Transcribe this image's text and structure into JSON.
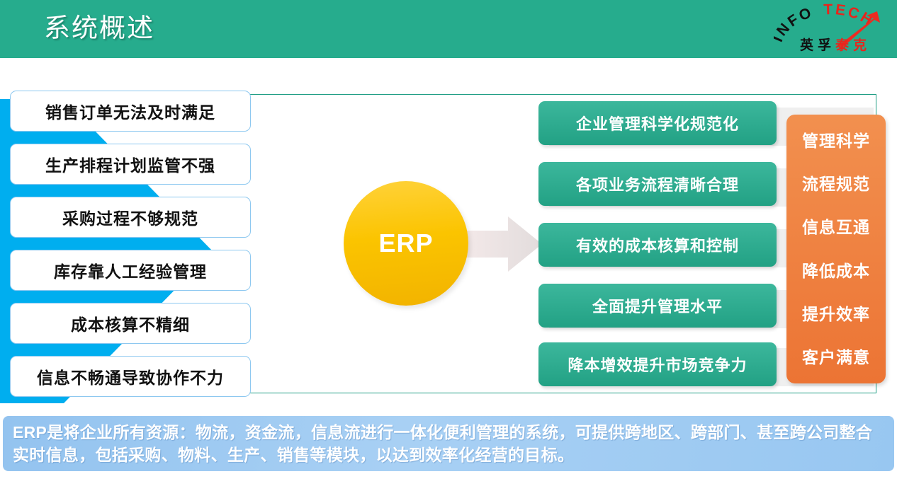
{
  "header": {
    "title": "系统概述",
    "background_color": "#26AC8D",
    "logo": {
      "arc_text_black": "INFO",
      "arc_text_red": "TECH",
      "cn_black": "英孚",
      "cn_red": "泰克",
      "black_color": "#111111",
      "red_color": "#E8251C"
    }
  },
  "problems": {
    "box_border_color": "#8DC8F0",
    "items": [
      {
        "label": "销售订单无法及时满足"
      },
      {
        "label": "生产排程计划监管不强"
      },
      {
        "label": "采购过程不够规范"
      },
      {
        "label": "库存靠人工经验管理"
      },
      {
        "label": "成本核算不精细"
      },
      {
        "label": "信息不畅通导致协作不力"
      }
    ]
  },
  "center": {
    "erp_label": "ERP",
    "circle_color": "#FBC400",
    "chevron_color": "#00AEEF",
    "arrow_color": "#EDE4E4"
  },
  "benefits": {
    "box_color": "#2AA98C",
    "items": [
      {
        "label": "企业管理科学化规范化"
      },
      {
        "label": "各项业务流程清晰合理"
      },
      {
        "label": "有效的成本核算和控制"
      },
      {
        "label": "全面提升管理水平"
      },
      {
        "label": "降本增效提升市场竞争力"
      }
    ]
  },
  "outcomes": {
    "panel_color": "#EF8046",
    "items": [
      {
        "label": "管理科学"
      },
      {
        "label": "流程规范"
      },
      {
        "label": "信息互通"
      },
      {
        "label": "降低成本"
      },
      {
        "label": "提升效率"
      },
      {
        "label": "客户满意"
      }
    ]
  },
  "footer": {
    "text": "ERP是将企业所有资源：物流，资金流，信息流进行一体化便利管理的系统，可提供跨地区、跨部门、甚至跨公司整合实时信息，包括采购、物料、生产、销售等模块，以达到效率化经营的目标。",
    "background_color": "#9EC9F0"
  }
}
